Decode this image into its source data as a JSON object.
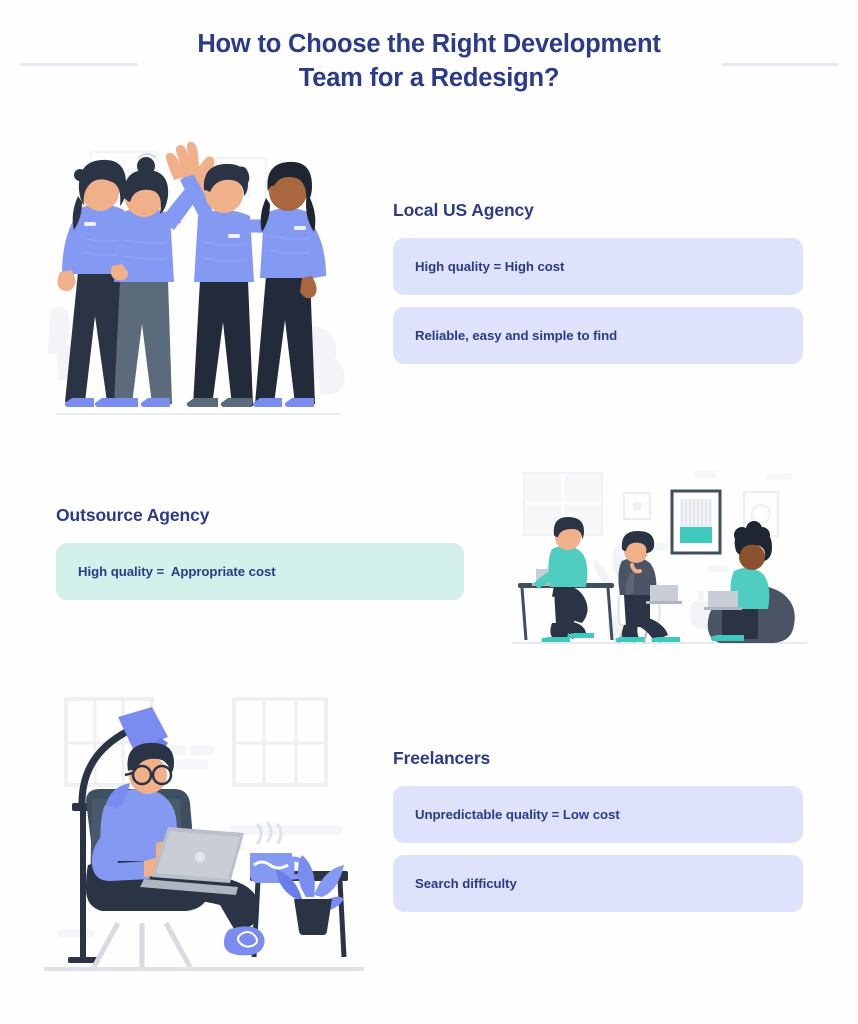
{
  "page": {
    "background_color": "#fefeff",
    "title": "How to Choose the Right Development Team for a Redesign?",
    "title_line_1": "How to Choose the Right Development",
    "title_line_2": "Team for a Redesign?",
    "title_color": "#2b3a89",
    "rule_color": "#e4e9f5"
  },
  "colors": {
    "ink": "#2b3a89",
    "lavender_pill": "#dfe2fb",
    "mint_pill": "#d3f0ea",
    "illustration_blue": "#7a8cf0",
    "illustration_teal": "#3fc9bd",
    "illustration_dark": "#2b3445",
    "illustration_grey": "#e8ebef",
    "skin_light": "#f0b08a",
    "skin_dark": "#a8673f"
  },
  "sections": [
    {
      "id": "local-us-agency",
      "heading": "Local US Agency",
      "pill_style": "lavender",
      "illustration": "team-high-five-illustration",
      "pills": [
        {
          "label": "High quality = High cost"
        },
        {
          "label": "Reliable, easy and simple to find"
        }
      ]
    },
    {
      "id": "outsource-agency",
      "heading": "Outsource Agency",
      "pill_style": "mint",
      "illustration": "office-team-meeting-illustration",
      "pills": [
        {
          "label": "High quality =  Appropriate cost"
        }
      ]
    },
    {
      "id": "freelancers",
      "heading": "Freelancers",
      "pill_style": "lavender",
      "illustration": "freelancer-armchair-laptop-illustration",
      "pills": [
        {
          "label": "Unpredictable quality = Low cost"
        },
        {
          "label": "Search difficulty"
        }
      ]
    }
  ]
}
